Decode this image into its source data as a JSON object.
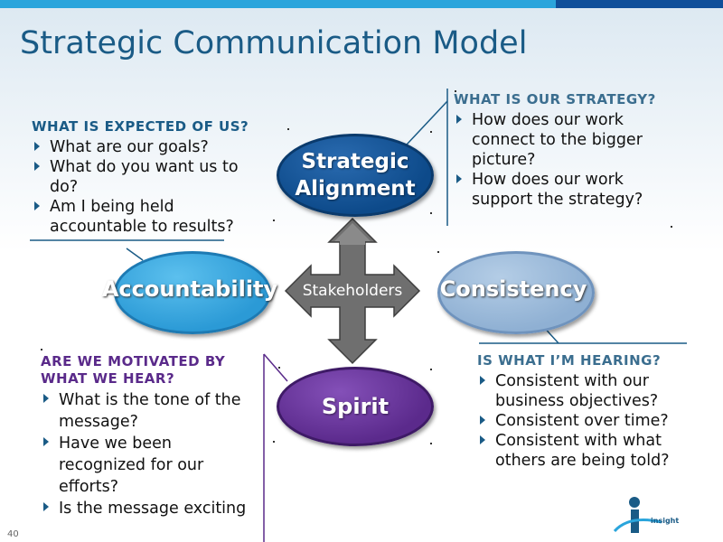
{
  "slide": {
    "title": "Strategic Communication Model",
    "page_number": "40"
  },
  "ovals": {
    "strategic_alignment": {
      "line1": "Strategic",
      "line2": "Alignment"
    },
    "accountability": {
      "label": "Accountability"
    },
    "consistency": {
      "label": "Consistency"
    },
    "spirit": {
      "label": "Spirit"
    },
    "stakeholders": {
      "label": "Stakeholders"
    }
  },
  "boxes": {
    "expected": {
      "heading": "WHAT IS EXPECTED OF US?",
      "items": [
        "What are our goals?",
        "What do you want us to do?",
        "Am I being held accountable to results?"
      ]
    },
    "strategy": {
      "heading": "WHAT IS OUR STRATEGY?",
      "items": [
        "How does our work connect to the bigger picture?",
        "How does our work support the strategy?"
      ]
    },
    "motivated": {
      "heading": "ARE WE MOTIVATED BY WHAT WE HEAR?",
      "items": [
        "What is the tone of the message?",
        "Have we been recognized for our efforts?",
        "Is the message exciting"
      ]
    },
    "hearing": {
      "heading": "IS WHAT I’M HEARING?",
      "items": [
        "Consistent with our business objectives?",
        "Consistent over time?",
        "Consistent with what others are being told?"
      ]
    }
  },
  "logo": {
    "text": "insight"
  },
  "colors": {
    "accent": "#1a5b86",
    "strategic_alignment": "#0d4a8a",
    "accountability": "#2b9ad6",
    "consistency": "#8fb0d3",
    "spirit": "#5b2a8c",
    "arrow": "#6f6f6f"
  }
}
